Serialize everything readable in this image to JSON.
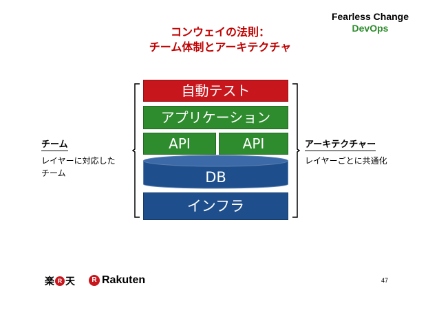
{
  "slide": {
    "title_line1": "コンウェイの法則：",
    "title_line2": "チーム体制とアーキテクチャ",
    "brand_line1": "Fearless Change",
    "brand_line2": "DevOps",
    "page_number": "47"
  },
  "stack": {
    "top": "自動テスト",
    "app": "アプリケーション",
    "api_left": "API",
    "api_right": "API",
    "db": "DB",
    "infra": "インフラ"
  },
  "team": {
    "heading": "チーム",
    "line1": "レイヤーに対応した",
    "line2": "チーム"
  },
  "architecture": {
    "heading": "アーキテクチャー",
    "line1": "レイヤーごとに共通化"
  },
  "footer": {
    "logo_jp_pre": "楽",
    "logo_jp_mark": "R",
    "logo_jp_post": "天",
    "logo_en_mark": "R",
    "logo_en_text": "Rakuten"
  },
  "colors": {
    "red": "#c8161d",
    "green": "#2e8b2e",
    "blue": "#1e4f8c",
    "title_red": "#c00000"
  }
}
